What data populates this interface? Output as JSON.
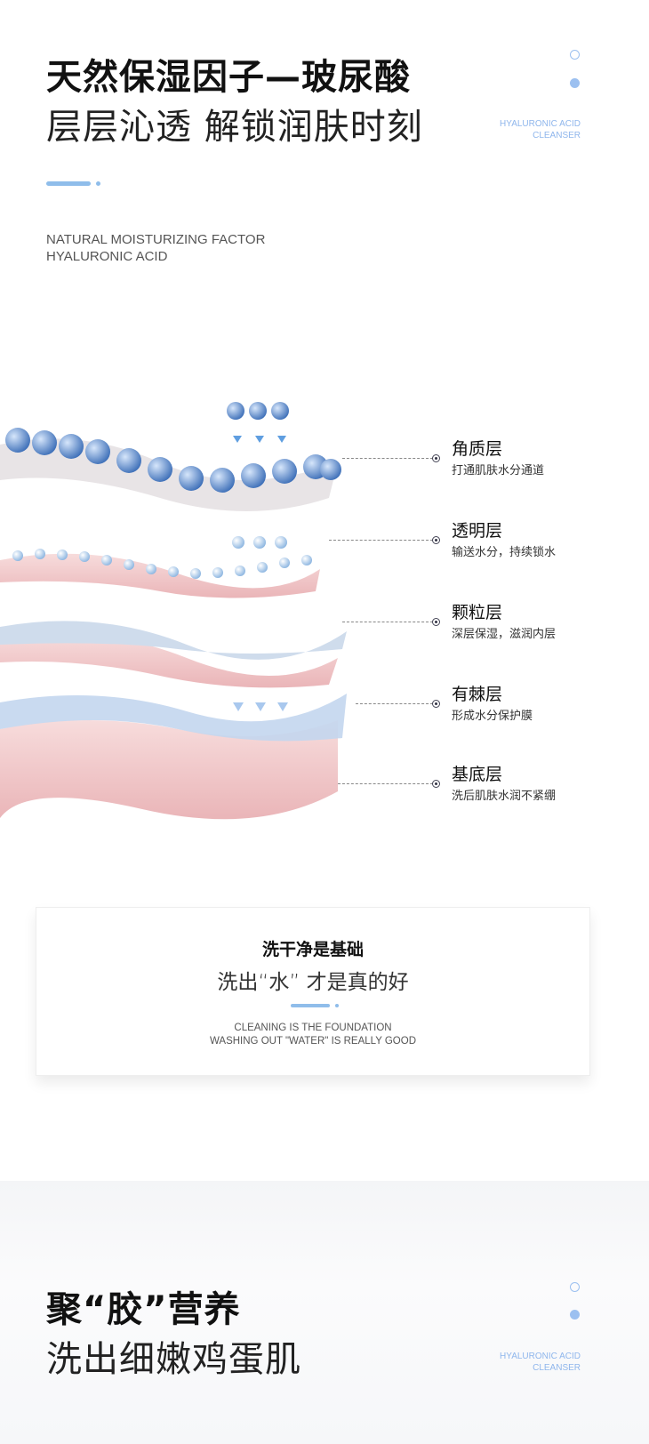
{
  "header": {
    "title": "天然保湿因子—玻尿酸",
    "subtitle": "层层沁透 解锁润肤时刻",
    "side_tag": [
      "HYALURONIC ACID",
      "CLEANSER"
    ],
    "english": [
      "NATURAL MOISTURIZING FACTOR",
      "HYALURONIC ACID"
    ]
  },
  "layers": [
    {
      "title": "角质层",
      "desc": "打通肌肤水分通道"
    },
    {
      "title": "透明层",
      "desc": "输送水分，持续锁水"
    },
    {
      "title": "颗粒层",
      "desc": "深层保湿，滋润内层"
    },
    {
      "title": "有棘层",
      "desc": "形成水分保护膜"
    },
    {
      "title": "基底层",
      "desc": "洗后肌肤水润不紧绷"
    }
  ],
  "card": {
    "title": "洗干净是基础",
    "subtitle": "洗出“水” 才是真的好",
    "english": [
      "CLEANING IS THE FOUNDATION",
      "WASHING OUT \"WATER\" IS REALLY GOOD"
    ]
  },
  "section2": {
    "title": "聚“胶”营养",
    "subtitle": "洗出细嫩鸡蛋肌",
    "side_tag": [
      "HYALURONIC ACID",
      "CLEANSER"
    ]
  },
  "colors": {
    "accent": "#8fbdea",
    "tag": "#8fb6ec"
  }
}
